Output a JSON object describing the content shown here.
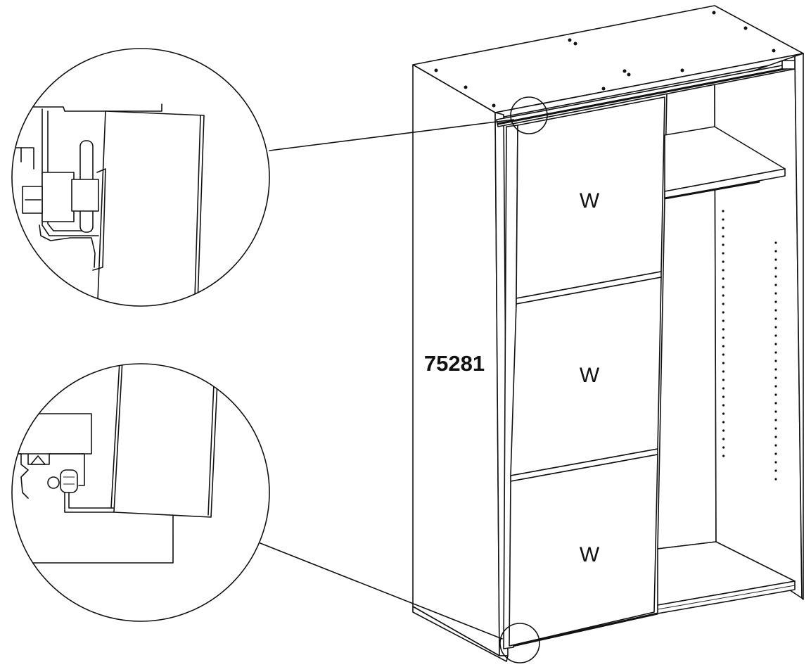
{
  "labels": {
    "part_number": "75281",
    "door_panel_top": "W",
    "door_panel_middle": "W",
    "door_panel_bottom": "W"
  },
  "colors": {
    "line": "#111111",
    "background": "#ffffff"
  }
}
